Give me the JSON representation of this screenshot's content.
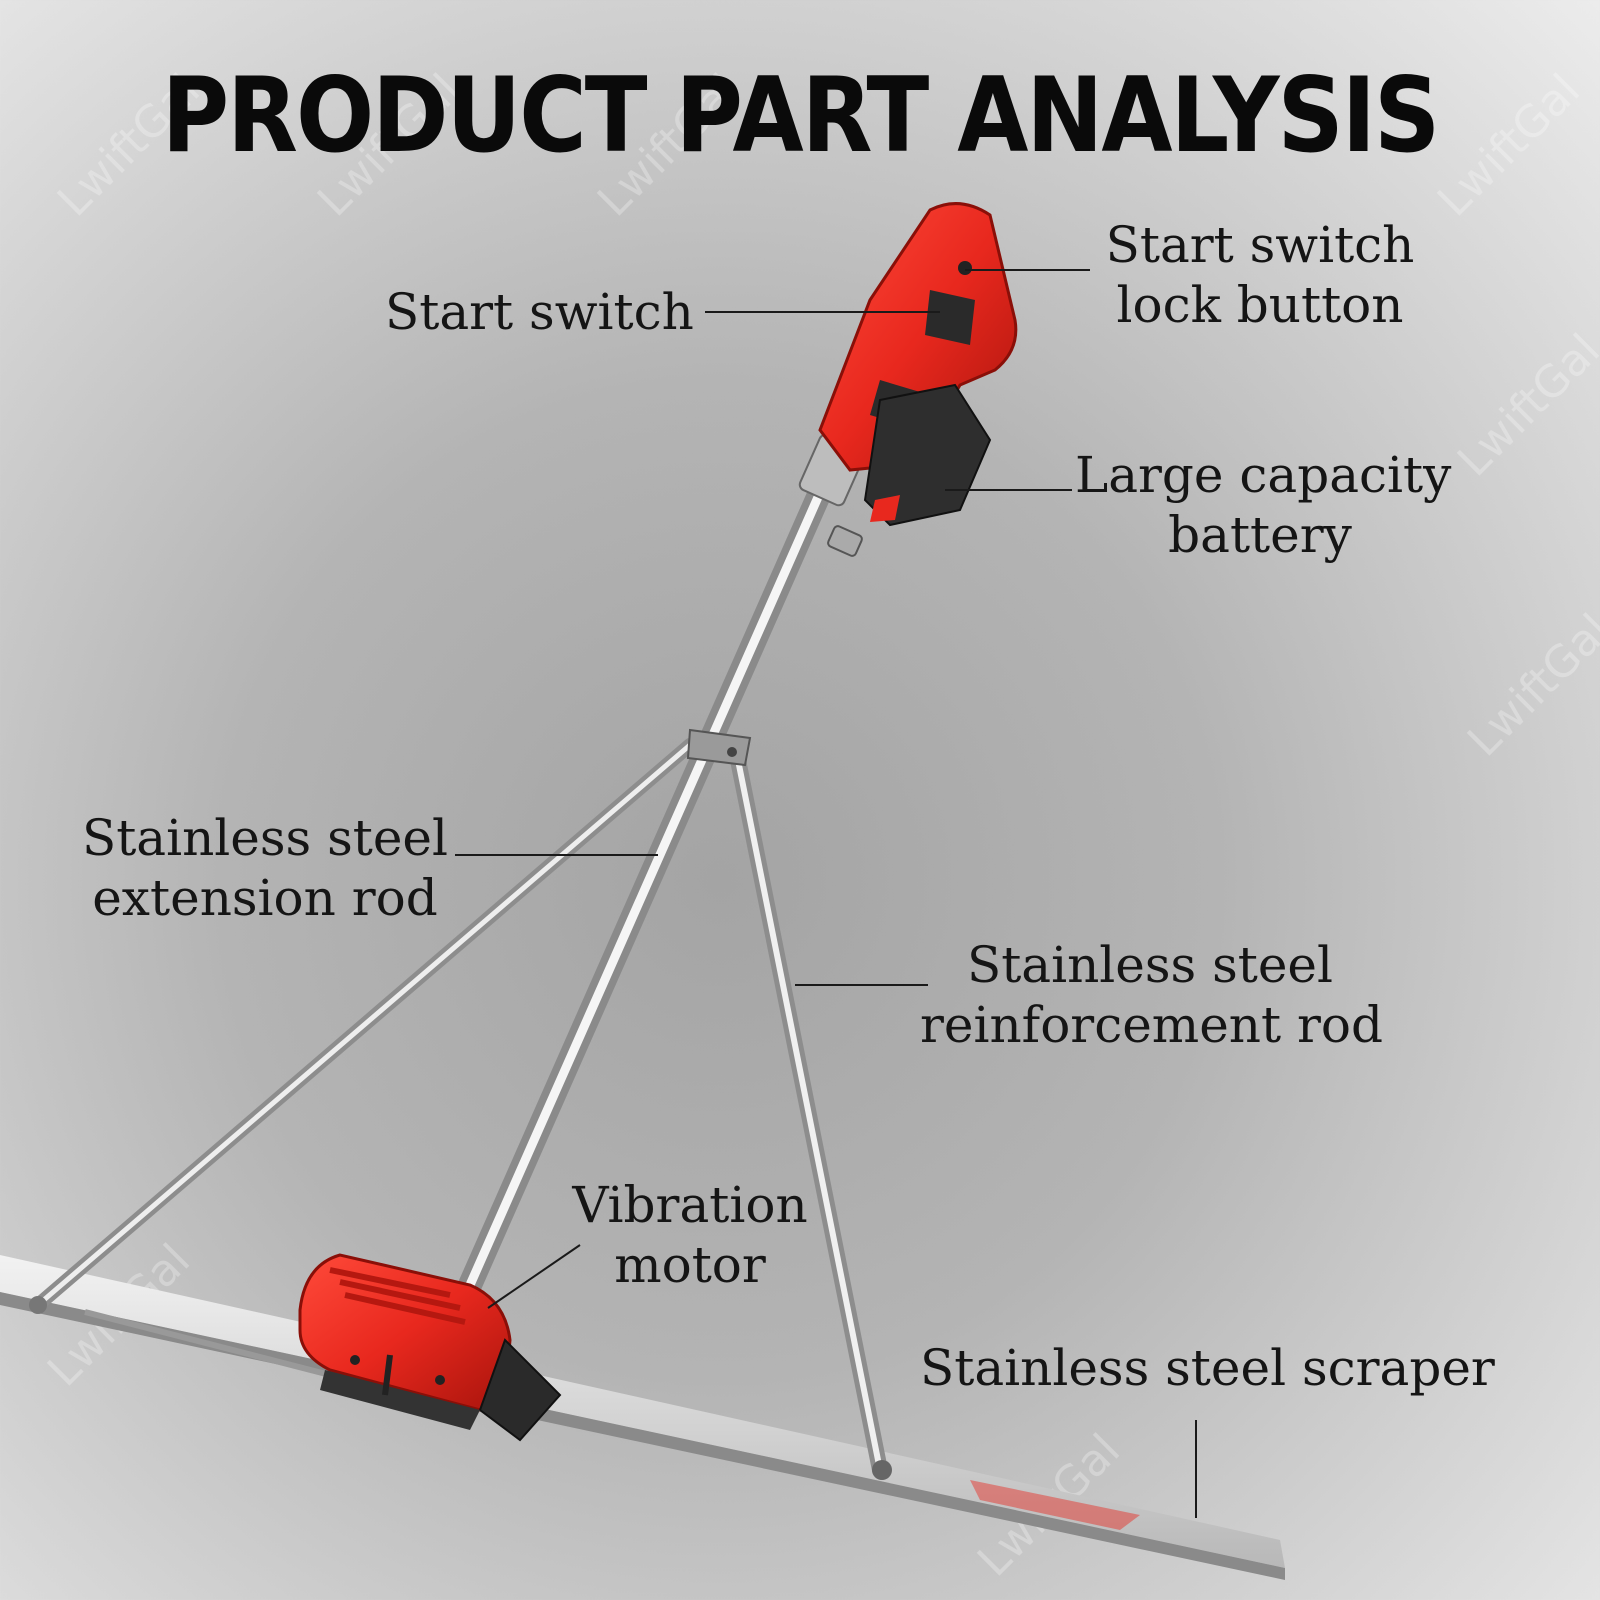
{
  "title": "PRODUCT PART ANALYSIS",
  "watermark": "LwiftGal",
  "labels": {
    "start_switch": "Start switch",
    "lock_button": [
      "Start switch",
      "lock button"
    ],
    "battery": [
      "Large capacity",
      "battery"
    ],
    "extension_rod": [
      "Stainless steel",
      "extension rod"
    ],
    "reinforcement_rod": [
      "Stainless steel",
      "reinforcement rod"
    ],
    "vibration_motor": [
      "Vibration",
      "motor"
    ],
    "scraper": "Stainless steel scraper"
  },
  "colors": {
    "housing_red": "#e8281e",
    "housing_dark": "#b51810",
    "steel": "#c8c8c8",
    "leader_line": "#1a1a1a"
  }
}
